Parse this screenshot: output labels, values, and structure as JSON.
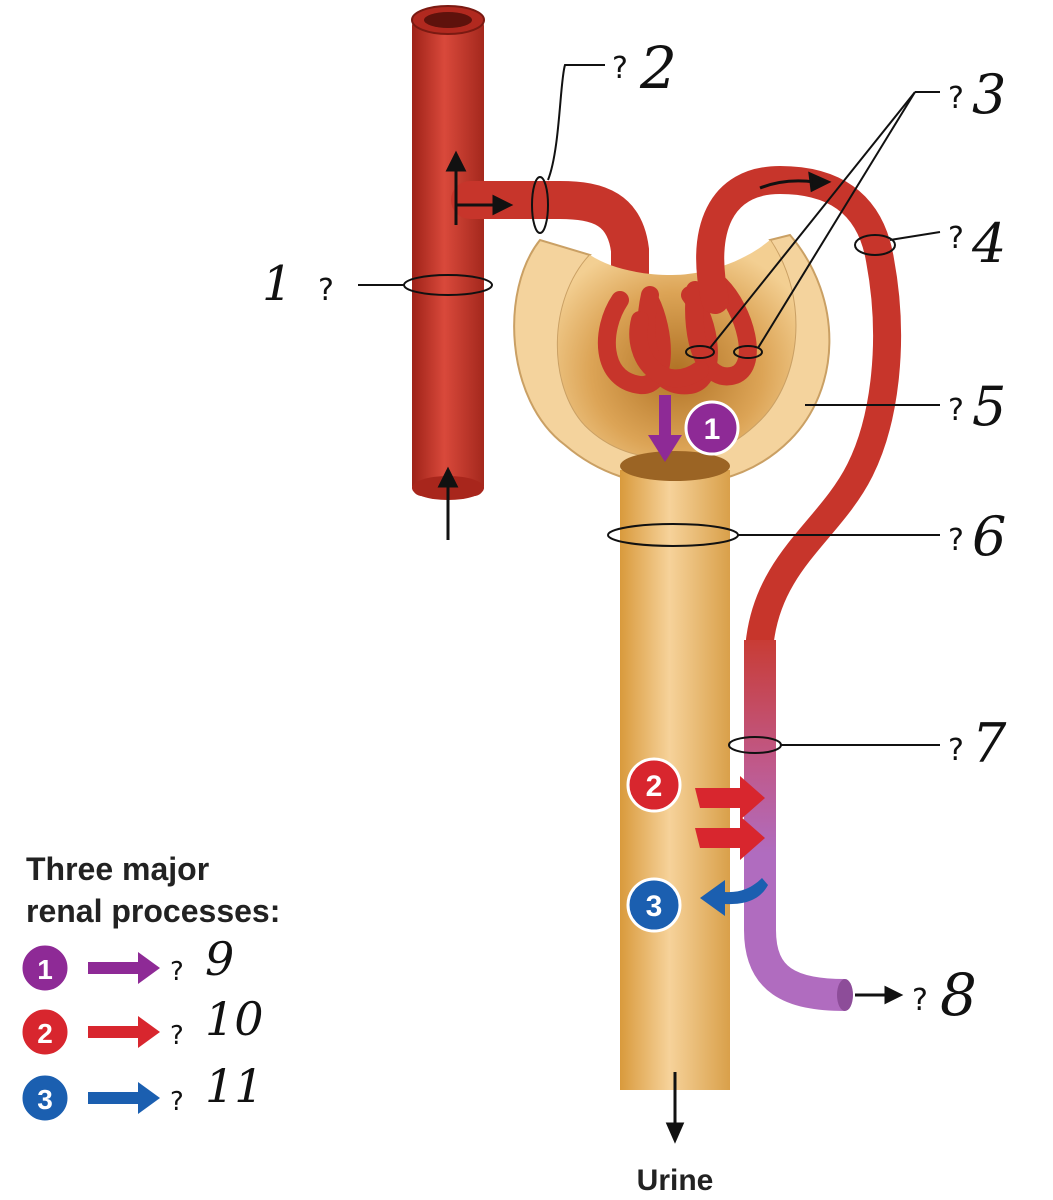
{
  "labels": {
    "l1": {
      "num": "1",
      "q": "?"
    },
    "l2": {
      "q": "?",
      "num": "2"
    },
    "l3": {
      "q": "?",
      "num": "3"
    },
    "l4": {
      "q": "?",
      "num": "4"
    },
    "l5": {
      "q": "?",
      "num": "5"
    },
    "l6": {
      "q": "?",
      "num": "6"
    },
    "l7": {
      "q": "?",
      "num": "7"
    },
    "l8": {
      "q": "?",
      "num": "8"
    }
  },
  "badges": {
    "b1": "1",
    "b2": "2",
    "b3": "3"
  },
  "legend": {
    "title_line1": "Three major",
    "title_line2": "renal processes:",
    "items": [
      {
        "badge": "1",
        "q": "?",
        "num": "9",
        "color": "#8e2a96"
      },
      {
        "badge": "2",
        "q": "?",
        "num": "10",
        "color": "#d8262e"
      },
      {
        "badge": "3",
        "q": "?",
        "num": "11",
        "color": "#1b5fb0"
      }
    ]
  },
  "output_label": "Urine",
  "colors": {
    "vessel": "#c7352b",
    "vessel_dark": "#8f1f17",
    "capsule": "#f2c98a",
    "tubule": "#e9b25e",
    "vein": "#b56cc0",
    "filtration": "#8e2a96",
    "reabsorption": "#d8262e",
    "secretion": "#1b5fb0"
  }
}
